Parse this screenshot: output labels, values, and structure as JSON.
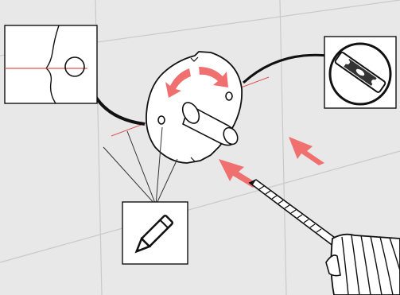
{
  "figure": {
    "kind": "installation-illustration",
    "colors": {
      "wall": "#e8e8e8",
      "tile_joint": "#c9c9c9",
      "outline": "#111111",
      "accent_red": "#f07070",
      "laser_line": "#e05555",
      "panel": "#ffffff"
    },
    "callouts": [
      {
        "id": "marking-detail",
        "icon": "mark-circle-detail-icon"
      },
      {
        "id": "spirit-level",
        "icon": "spirit-level-icon"
      },
      {
        "id": "pencil",
        "icon": "pencil-icon"
      }
    ],
    "arrows": [
      {
        "id": "rotate-left",
        "meaning": "rotate"
      },
      {
        "id": "rotate-right",
        "meaning": "rotate"
      },
      {
        "id": "drill-direction",
        "meaning": "push"
      },
      {
        "id": "insert-direction",
        "meaning": "push"
      }
    ],
    "tools": [
      "drill-icon",
      "pencil-icon",
      "spirit-level-icon"
    ]
  }
}
